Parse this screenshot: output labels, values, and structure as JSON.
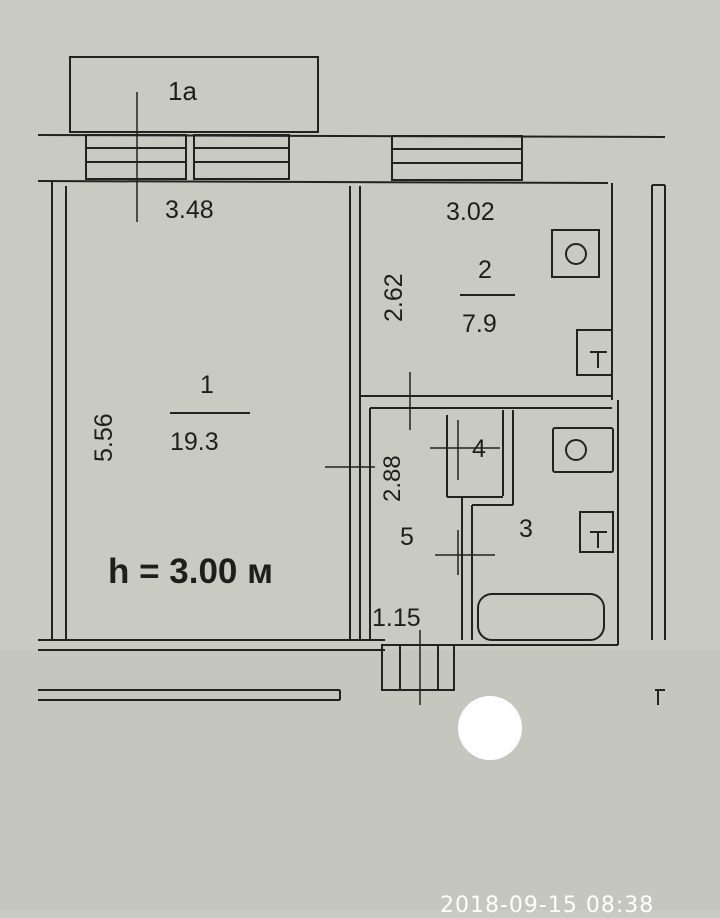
{
  "floor_plan": {
    "balcony": {
      "label": "1a"
    },
    "rooms": [
      {
        "number": "1",
        "area": "19.3",
        "width": "3.48",
        "length": "5.56"
      },
      {
        "number": "2",
        "area": "7.9",
        "width": "3.02",
        "length": "2.62"
      },
      {
        "number": "3"
      },
      {
        "number": "4"
      },
      {
        "number": "5",
        "length": "2.88",
        "width": "1.15"
      }
    ],
    "ceiling_height": "h = 3.00 м"
  },
  "photo": {
    "timestamp": "2018-09-15 08:38"
  },
  "colors": {
    "paper": "#c9cbc2",
    "ink": "#1e1f1c"
  }
}
